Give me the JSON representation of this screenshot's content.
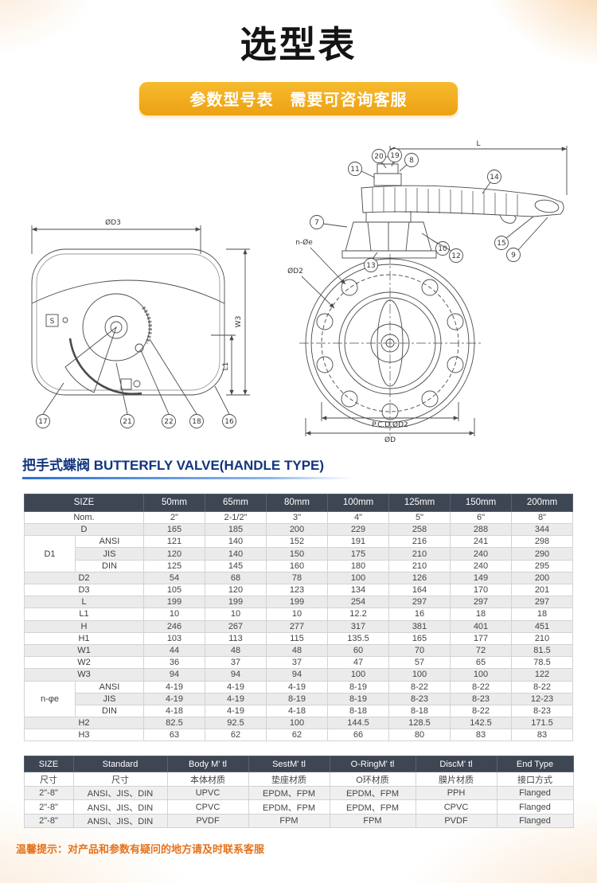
{
  "page": {
    "title": "选型表",
    "banner": "参数型号表　需要可咨询客服",
    "section_heading": "把手式蝶阀 BUTTERFLY VALVE(HANDLE TYPE)",
    "footer_note": "温馨提示：对产品和参数有疑问的地方请及时联系客服"
  },
  "diagram": {
    "left": {
      "dim_d3": "ØD3",
      "dim_w3": "W3",
      "dim_l1": "L1",
      "label_s": "S",
      "callouts": [
        "17",
        "21",
        "22",
        "18",
        "16"
      ]
    },
    "right": {
      "dim_l": "L",
      "label_ne": "n-Øe",
      "label_d2": "ØD2",
      "dim_pcd": "P.C.D.ØD2",
      "dim_od": "ØD",
      "callouts": [
        "20",
        "19",
        "8",
        "11",
        "14",
        "7",
        "15",
        "10",
        "12",
        "9",
        "13"
      ]
    }
  },
  "dim_table": {
    "header": [
      "SIZE",
      "50mm",
      "65mm",
      "80mm",
      "100mm",
      "125mm",
      "150mm",
      "200mm"
    ],
    "rows": [
      {
        "label": "Nom.",
        "values": [
          "2\"",
          "2-1/2\"",
          "3\"",
          "4\"",
          "5\"",
          "6\"",
          "8\""
        ]
      },
      {
        "label": "D",
        "values": [
          "165",
          "185",
          "200",
          "229",
          "258",
          "288",
          "344"
        ]
      },
      {
        "label": "D1",
        "sub": "ANSI",
        "rowspan": 3,
        "values": [
          "121",
          "140",
          "152",
          "191",
          "216",
          "241",
          "298"
        ]
      },
      {
        "sub": "JIS",
        "values": [
          "120",
          "140",
          "150",
          "175",
          "210",
          "240",
          "290"
        ]
      },
      {
        "sub": "DIN",
        "values": [
          "125",
          "145",
          "160",
          "180",
          "210",
          "240",
          "295"
        ]
      },
      {
        "label": "D2",
        "values": [
          "54",
          "68",
          "78",
          "100",
          "126",
          "149",
          "200"
        ]
      },
      {
        "label": "D3",
        "values": [
          "105",
          "120",
          "123",
          "134",
          "164",
          "170",
          "201"
        ]
      },
      {
        "label": "L",
        "values": [
          "199",
          "199",
          "199",
          "254",
          "297",
          "297",
          "297"
        ]
      },
      {
        "label": "L1",
        "values": [
          "10",
          "10",
          "10",
          "12.2",
          "16",
          "18",
          "18"
        ]
      },
      {
        "label": "H",
        "values": [
          "246",
          "267",
          "277",
          "317",
          "381",
          "401",
          "451"
        ]
      },
      {
        "label": "H1",
        "values": [
          "103",
          "113",
          "115",
          "135.5",
          "165",
          "177",
          "210"
        ]
      },
      {
        "label": "W1",
        "values": [
          "44",
          "48",
          "48",
          "60",
          "70",
          "72",
          "81.5"
        ]
      },
      {
        "label": "W2",
        "values": [
          "36",
          "37",
          "37",
          "47",
          "57",
          "65",
          "78.5"
        ]
      },
      {
        "label": "W3",
        "values": [
          "94",
          "94",
          "94",
          "100",
          "100",
          "100",
          "122"
        ]
      },
      {
        "label": "n-φe",
        "sub": "ANSI",
        "rowspan": 3,
        "values": [
          "4-19",
          "4-19",
          "4-19",
          "8-19",
          "8-22",
          "8-22",
          "8-22"
        ]
      },
      {
        "sub": "JIS",
        "values": [
          "4-19",
          "4-19",
          "8-19",
          "8-19",
          "8-23",
          "8-23",
          "12-23"
        ]
      },
      {
        "sub": "DIN",
        "values": [
          "4-18",
          "4-19",
          "4-18",
          "8-18",
          "8-18",
          "8-22",
          "8-23"
        ]
      },
      {
        "label": "H2",
        "values": [
          "82.5",
          "92.5",
          "100",
          "144.5",
          "128.5",
          "142.5",
          "171.5"
        ]
      },
      {
        "label": "H3",
        "values": [
          "63",
          "62",
          "62",
          "66",
          "80",
          "83",
          "83"
        ]
      }
    ]
  },
  "material_table": {
    "header_en": [
      "SIZE",
      "Standard",
      "Body M' tl",
      "SestM' tl",
      "O-RingM' tl",
      "DiscM' tl",
      "End Type"
    ],
    "header_zh": [
      "尺寸",
      "尺寸",
      "本体材质",
      "垫座材质",
      "O环材质",
      "膜片材质",
      "接口方式"
    ],
    "rows": [
      [
        "2\"-8\"",
        "ANSI、JIS、DIN",
        "UPVC",
        "EPDM、FPM",
        "EPDM、FPM",
        "PPH",
        "Flanged"
      ],
      [
        "2\"-8\"",
        "ANSI、JIS、DIN",
        "CPVC",
        "EPDM、FPM",
        "EPDM、FPM",
        "CPVC",
        "Flanged"
      ],
      [
        "2\"-8\"",
        "ANSI、JIS、DIN",
        "PVDF",
        "FPM",
        "FPM",
        "PVDF",
        "Flanged"
      ]
    ]
  }
}
